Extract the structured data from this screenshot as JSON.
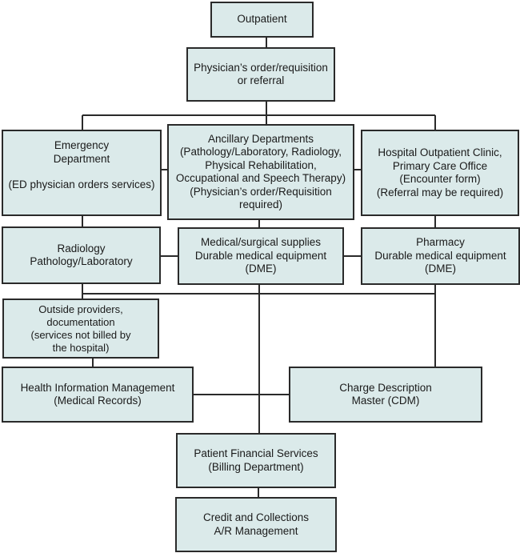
{
  "diagram": {
    "title": "Outpatient billing flow",
    "nodes": {
      "outpatient": {
        "lines": [
          "Outpatient"
        ]
      },
      "physician_order": {
        "lines": [
          "Physician’s order/requisition",
          "or referral"
        ]
      },
      "emergency": {
        "lines": [
          "Emergency",
          "Department"
        ],
        "note": "(ED physician orders services)"
      },
      "ancillary": {
        "lines": [
          "Ancillary Departments",
          "(Pathology/Laboratory, Radiology,",
          "Physical Rehabilitation,",
          "Occupational and Speech Therapy)",
          "(Physician’s order/Requisition",
          "required)"
        ]
      },
      "clinic": {
        "lines": [
          "Hospital Outpatient Clinic,",
          "Primary Care Office",
          "(Encounter form)",
          "(Referral may be required)"
        ]
      },
      "radiology": {
        "lines": [
          "Radiology",
          "Pathology/Laboratory"
        ]
      },
      "supplies": {
        "lines": [
          "Medical/surgical supplies",
          "Durable medical equipment",
          "(DME)"
        ]
      },
      "pharmacy": {
        "lines": [
          "Pharmacy",
          "Durable medical equipment",
          "(DME)"
        ]
      },
      "outside": {
        "lines": [
          "Outside providers,",
          "documentation",
          "(services not billed by",
          "the hospital)"
        ]
      },
      "him": {
        "lines": [
          "Health Information Management",
          "(Medical Records)"
        ]
      },
      "cdm": {
        "lines": [
          "Charge Description",
          "Master (CDM)"
        ]
      },
      "pfs": {
        "lines": [
          "Patient Financial Services",
          "(Billing Department)"
        ]
      },
      "credit": {
        "lines": [
          "Credit and Collections",
          "A/R Management"
        ]
      }
    },
    "edges": [
      [
        "outpatient",
        "physician_order"
      ],
      [
        "physician_order",
        "emergency"
      ],
      [
        "physician_order",
        "ancillary"
      ],
      [
        "physician_order",
        "clinic"
      ],
      [
        "emergency",
        "ancillary"
      ],
      [
        "ancillary",
        "clinic"
      ],
      [
        "emergency",
        "radiology"
      ],
      [
        "ancillary",
        "supplies"
      ],
      [
        "clinic",
        "pharmacy"
      ],
      [
        "radiology",
        "supplies"
      ],
      [
        "supplies",
        "pharmacy"
      ],
      [
        "radiology",
        "outside"
      ],
      [
        "outside",
        "him"
      ],
      [
        "him",
        "cdm"
      ],
      [
        "pharmacy",
        "cdm"
      ],
      [
        "supplies",
        "pfs"
      ],
      [
        "pfs",
        "credit"
      ]
    ]
  }
}
